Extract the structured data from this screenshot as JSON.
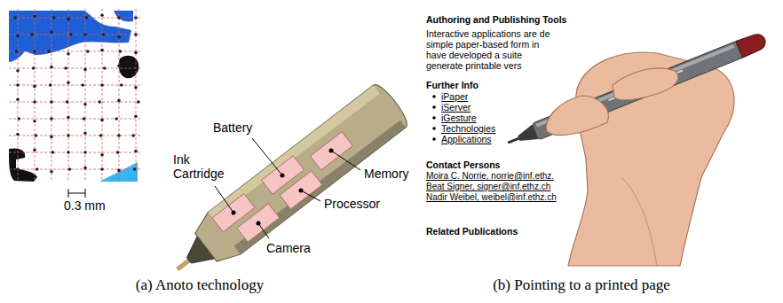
{
  "diagram": {
    "labels": [
      "0.3 mm",
      "Battery",
      "Ink Cartridge",
      "Memory",
      "Processor",
      "Camera",
      "Authoring and Publishing Tools",
      "Interactive applications are de",
      "simple paper-based form in",
      "have developed a suite",
      "generate printable vers",
      "Further Info",
      "iPaper",
      "iServer",
      "iGesture",
      "Technologies",
      "Applications",
      "Contact Persons",
      "Moira C. Norrie, norrie@inf.ethz.",
      "Beat Signer, signer@inf.ethz.ch",
      "Nadir Weibel, weibel@inf.ethz.ch",
      "Related Publications",
      "(a) Anoto technology",
      "(b) Pointing to a printed page"
    ]
  }
}
